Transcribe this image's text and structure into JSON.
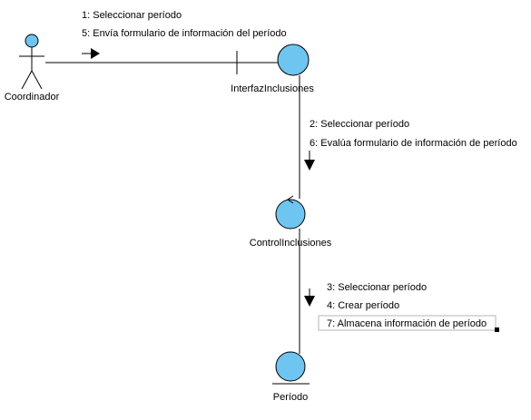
{
  "diagram": {
    "colors": {
      "circle_fill": "#6EC5F0",
      "stroke": "#000000",
      "background": "#FFFFFF"
    },
    "actor": {
      "name": "Coordinador",
      "icon": "stick-figure-actor-icon"
    },
    "objects": {
      "boundary": {
        "name": "InterfazInclusiones",
        "icon": "boundary-icon"
      },
      "control": {
        "name": "ControlInclusiones",
        "icon": "control-icon"
      },
      "entity": {
        "name": "Período",
        "icon": "entity-icon"
      }
    },
    "messages": {
      "actor_to_boundary": [
        "1: Seleccionar período",
        "5: Envía formulario de información del período"
      ],
      "boundary_to_control": [
        "2: Seleccionar período",
        "6: Evalúa formulario de información de período"
      ],
      "control_to_entity": [
        "3: Seleccionar período",
        "4: Crear período",
        "7: Almacena información de período"
      ]
    }
  }
}
